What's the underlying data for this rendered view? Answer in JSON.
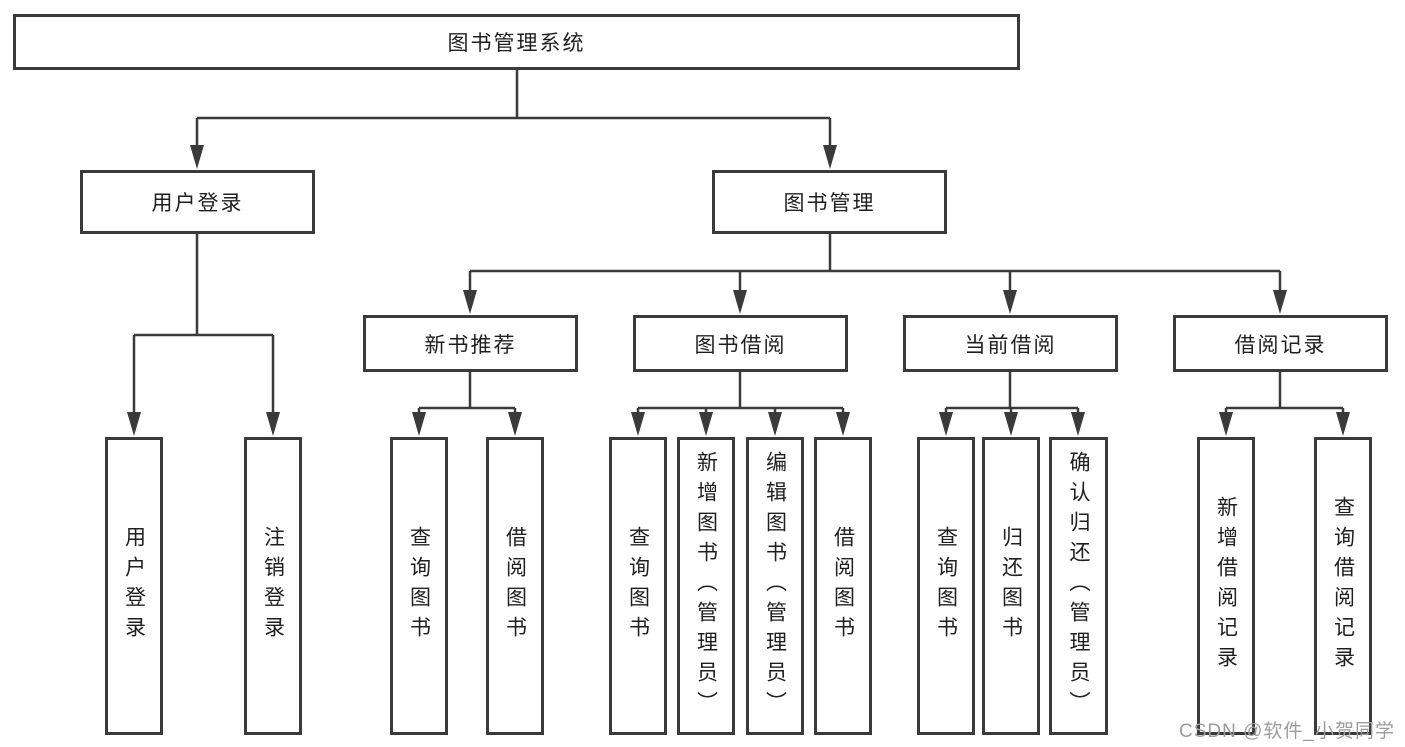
{
  "diagram": {
    "root": {
      "label": "图书管理系统"
    },
    "level2": [
      {
        "label": "用户登录",
        "children": [
          "用户登录",
          "注销登录"
        ]
      },
      {
        "label": "图书管理"
      }
    ],
    "level3": [
      {
        "label": "新书推荐",
        "children": [
          "查询图书",
          "借阅图书"
        ]
      },
      {
        "label": "图书借阅",
        "children": [
          "查询图书",
          "新增图书（管理员）",
          "编辑图书（管理员）",
          "借阅图书"
        ]
      },
      {
        "label": "当前借阅",
        "children": [
          "查询图书",
          "归还图书",
          "确认归还（管理员）"
        ]
      },
      {
        "label": "借阅记录",
        "children": [
          "新增借阅记录",
          "查询借阅记录"
        ]
      }
    ],
    "watermark": "CSDN @软件_小贺同学"
  },
  "colors": {
    "line": "#3a3a3a",
    "text": "#1f1f1f",
    "watermark": "#9c9c9c",
    "background": "#ffffff"
  }
}
